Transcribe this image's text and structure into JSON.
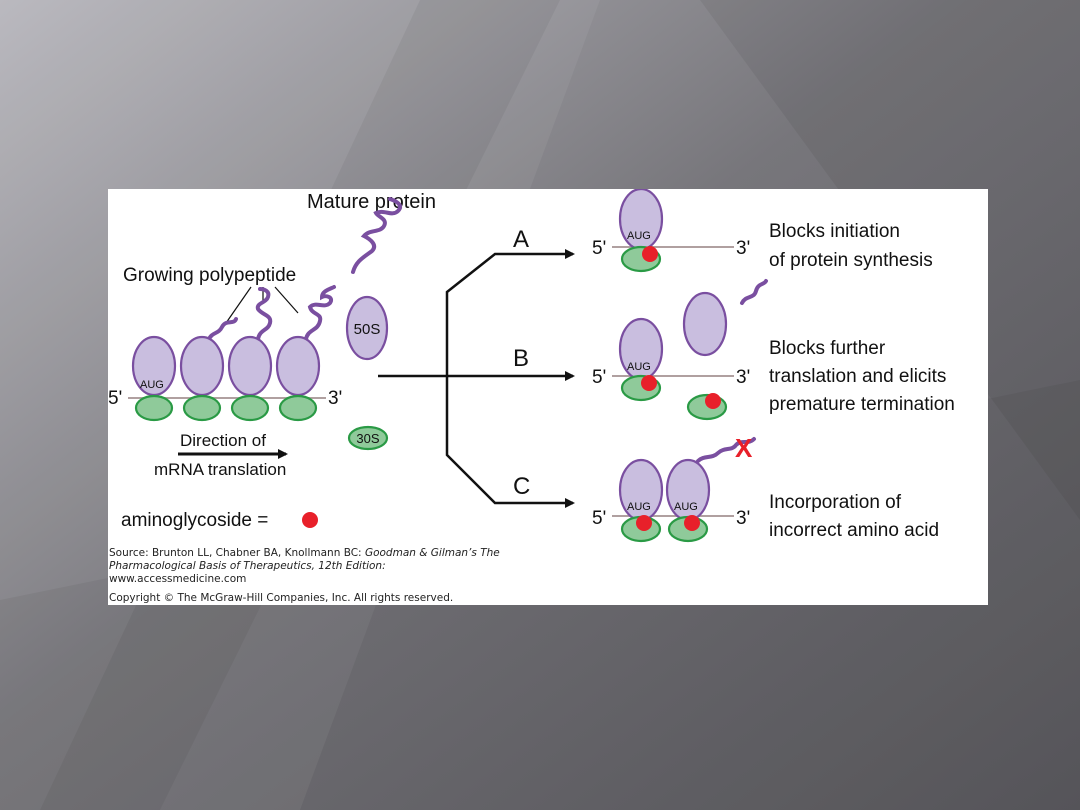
{
  "colors": {
    "ribosome_large_fill": "#c9bedf",
    "ribosome_large_stroke": "#7a4fa0",
    "ribosome_small_fill": "#8fca9a",
    "ribosome_small_stroke": "#2a9a45",
    "peptide": "#7a4fa0",
    "aminoglycoside": "#e8202a",
    "mrna_line": "#b0a0a0"
  },
  "figure": {
    "mature_protein_label": "Mature protein",
    "growing_polypeptide_label": "Growing polypeptide",
    "large_subunit_label": "50S",
    "small_subunit_label": "30S",
    "aug_label": "AUG",
    "five_prime": "5'",
    "three_prime": "3'",
    "direction_line1": "Direction of",
    "direction_line2": "mRNA translation",
    "aminoglycoside_legend": "aminoglycoside =",
    "mark_x": "X",
    "branches": [
      {
        "letter": "A",
        "effect_line1": "Blocks initiation",
        "effect_line2": "of protein synthesis"
      },
      {
        "letter": "B",
        "effect_line1": "Blocks further",
        "effect_line2": "translation and elicits",
        "effect_line3": "premature termination"
      },
      {
        "letter": "C",
        "effect_line1": "Incorporation of",
        "effect_line2": "incorrect amino acid"
      }
    ]
  },
  "source": {
    "prefix": "Source: Brunton LL, Chabner BA, Knollmann BC: ",
    "book_title": "Goodman & Gilman’s The Pharmacological Basis of Therapeutics, 12th Edition:",
    "url": "www.accessmedicine.com",
    "copyright": "Copyright © The McGraw-Hill Companies, Inc. All rights reserved."
  }
}
